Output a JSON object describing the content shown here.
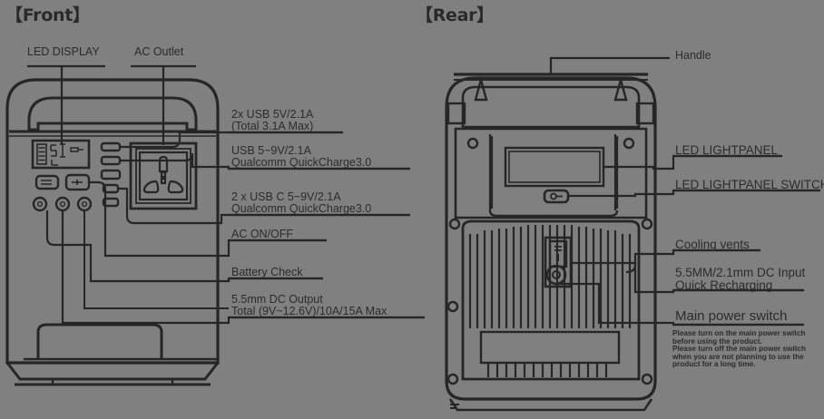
{
  "titles": {
    "front": "【Front】",
    "rear": "【Rear】"
  },
  "colors": {
    "background": "#808080",
    "line": "#262626",
    "text": "#2b2b2b"
  },
  "front": {
    "top_labels": [
      {
        "id": "led-display",
        "text": "LED DISPLAY"
      },
      {
        "id": "ac-outlet",
        "text": "AC Outlet"
      }
    ],
    "side_labels": [
      {
        "id": "usb-5v",
        "line1": "2x USB 5V/2.1A",
        "line2": "(Total 3.1A Max)"
      },
      {
        "id": "usb-qc",
        "line1": "USB 5~9V/2.1A",
        "line2": "Qualcomm QuickCharge3.0"
      },
      {
        "id": "usb-c-qc",
        "line1": "2 x USB C 5~9V/2.1A",
        "line2": "Qualcomm QuickCharge3.0"
      },
      {
        "id": "ac-onoff",
        "line1": "AC ON/OFF",
        "line2": ""
      },
      {
        "id": "battery-check",
        "line1": "Battery Check",
        "line2": ""
      },
      {
        "id": "dc-output",
        "line1": "5.5mm DC Output",
        "line2": "Total (9V~12.6V)/10A/15A Max"
      }
    ]
  },
  "rear": {
    "labels": [
      {
        "id": "handle",
        "line1": "Handle",
        "line2": ""
      },
      {
        "id": "led-lightpanel",
        "line1": "LED LIGHTPANEL",
        "line2": ""
      },
      {
        "id": "led-lightpanel-switch",
        "line1": "LED LIGHTPANEL SWITCH",
        "line2": ""
      },
      {
        "id": "cooling-vents",
        "line1": "Cooling vents",
        "line2": ""
      },
      {
        "id": "dc-input",
        "line1": "5.5MM/2.1mm DC Input",
        "line2": "Quick Recharging"
      },
      {
        "id": "main-power-switch",
        "line1": "Main power switch",
        "line2": ""
      }
    ],
    "note": [
      "Please turn on the main power switch",
      "before using the product.",
      "Please turn off the main power switch",
      "when you are not planning to use the",
      "product for a long time."
    ]
  }
}
